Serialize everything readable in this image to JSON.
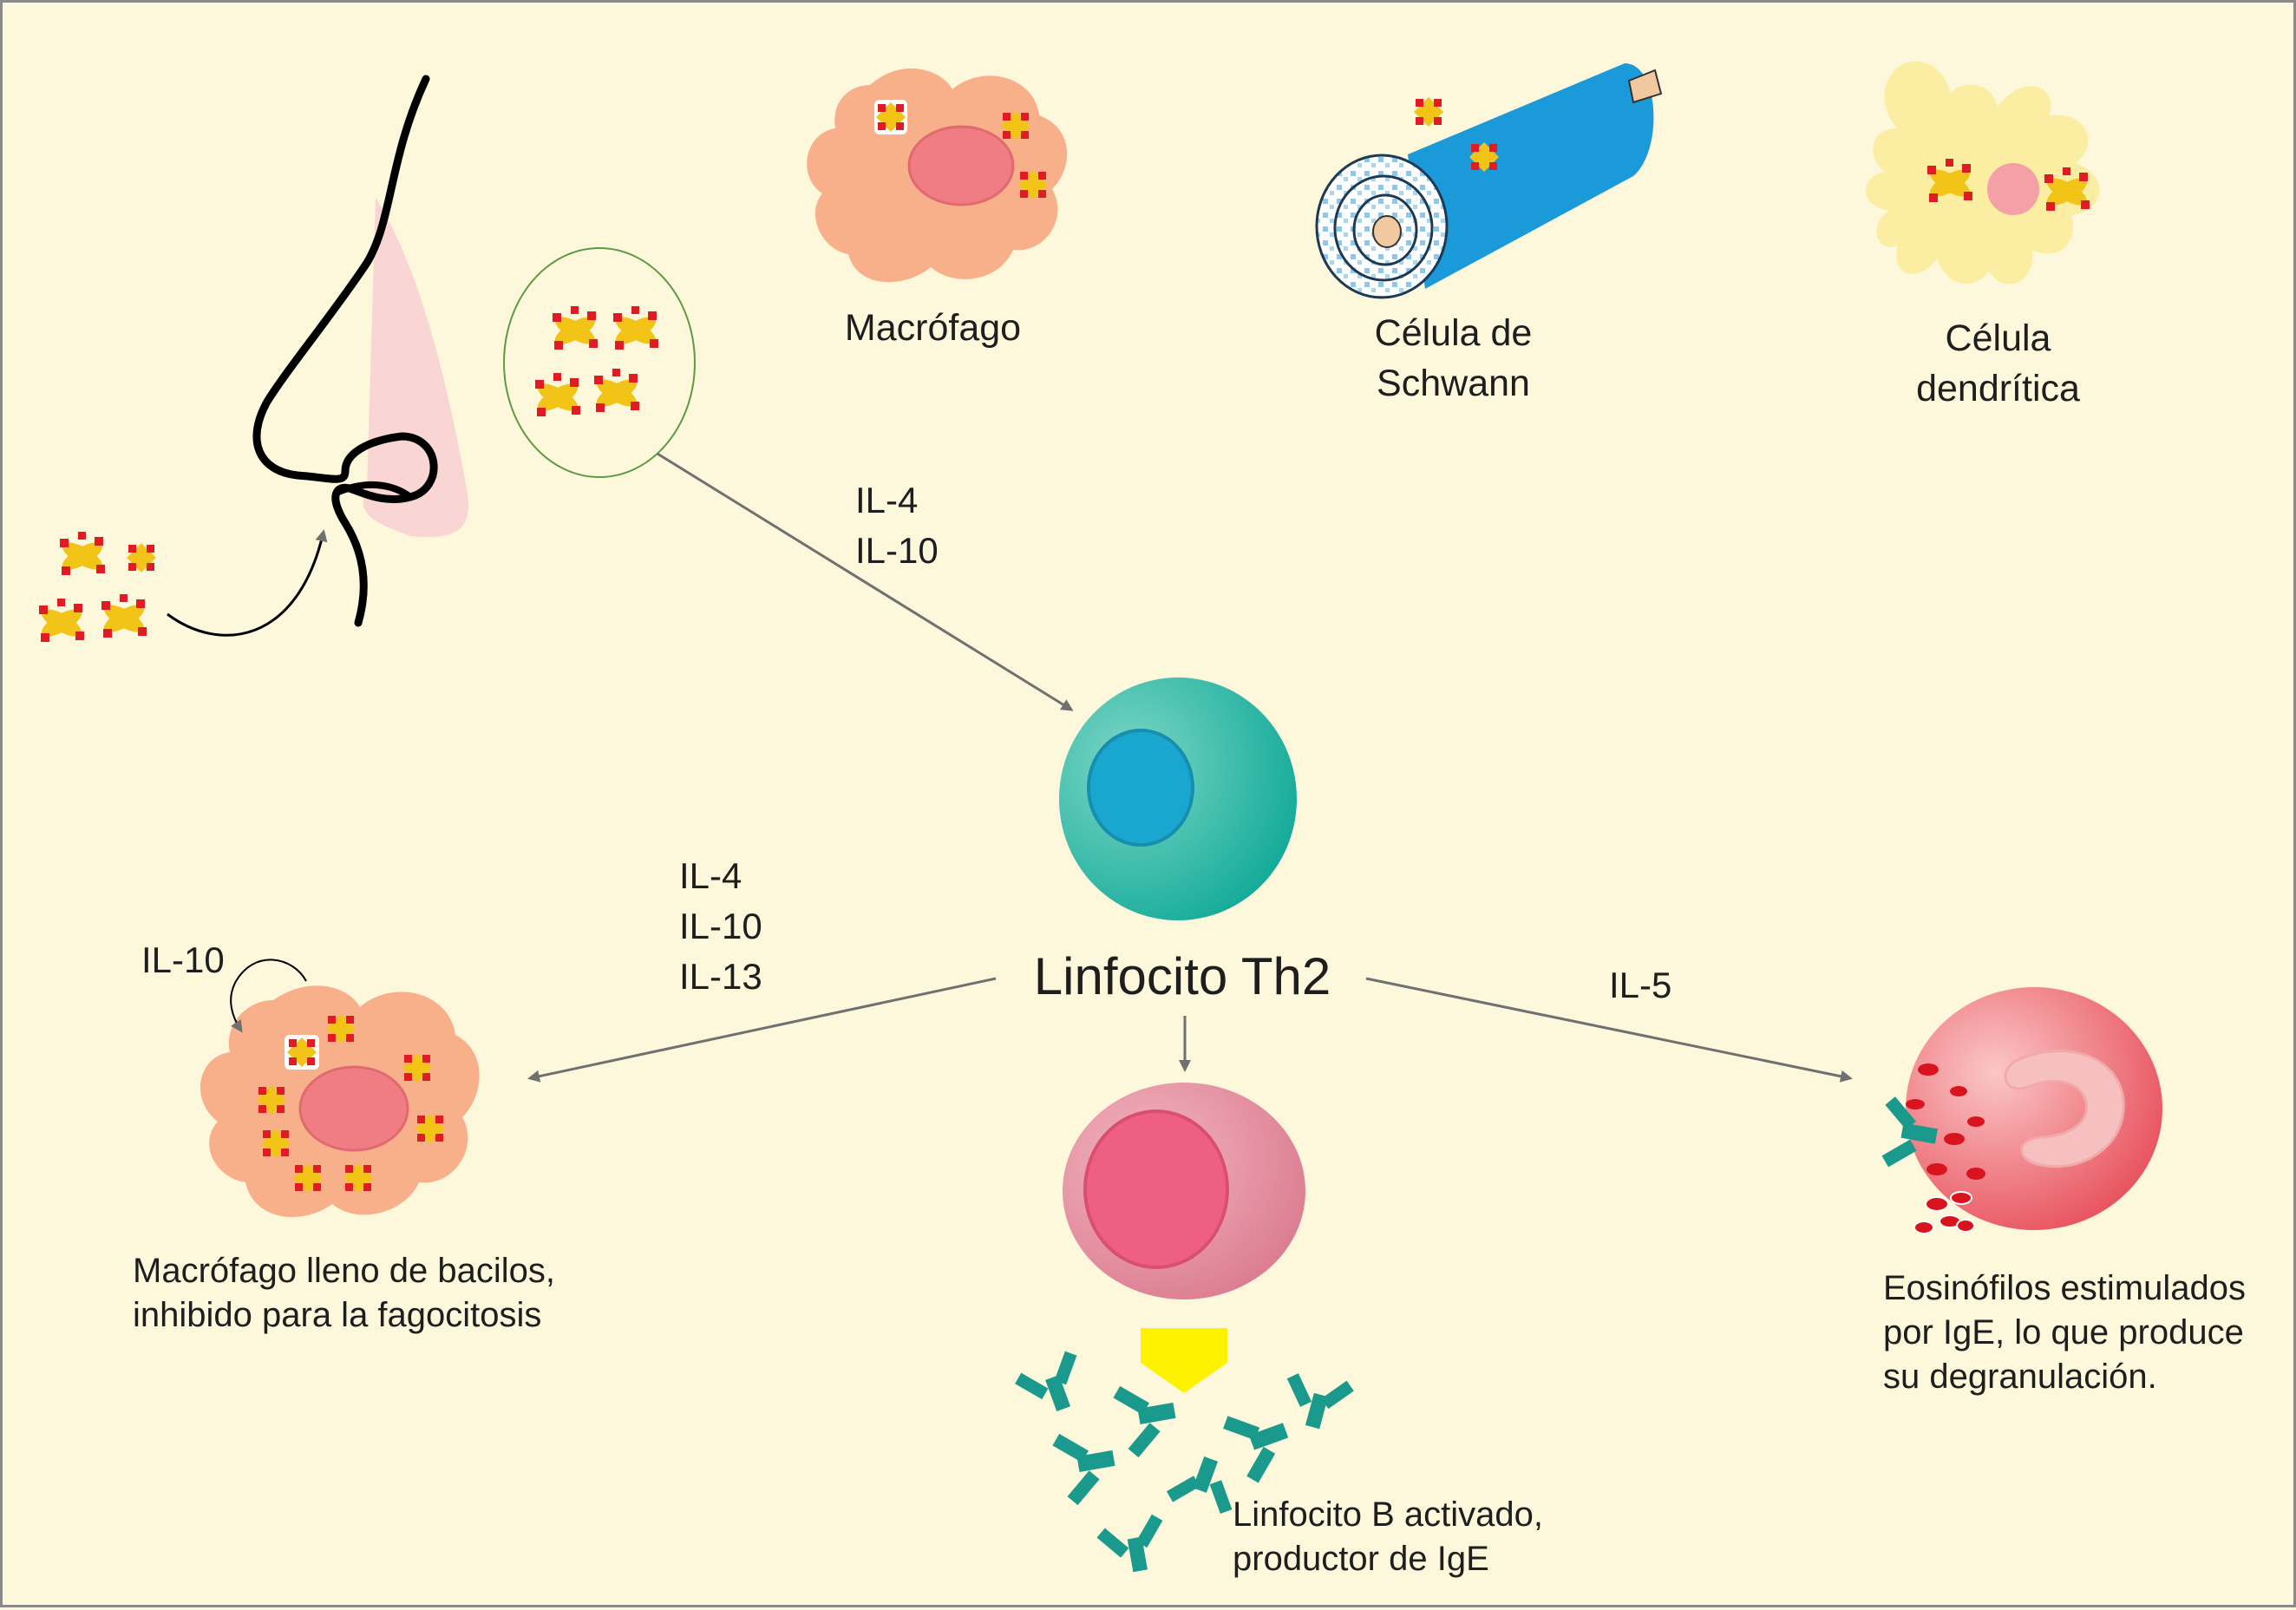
{
  "labels": {
    "macrophage": "Macrófago",
    "schwann_line1": "Célula de",
    "schwann_line2": "Schwann",
    "dendritic_line1": "Célula",
    "dendritic_line2": "dendrítica",
    "th2": "Linfocito Th2"
  },
  "cytokines": {
    "top": [
      "IL-4",
      "IL-10"
    ],
    "left": [
      "IL-4",
      "IL-10",
      "IL-13"
    ],
    "autocrine": "IL-10",
    "right": "IL-5"
  },
  "captions": {
    "macrophage_line1": "Macrófago lleno de bacilos,",
    "macrophage_line2": "inhibido para la fagocitosis",
    "bcell_line1": "Linfocito B activado,",
    "bcell_line2": "productor de IgE",
    "eosinophil_line1": "Eosinófilos estimulados",
    "eosinophil_line2": "por IgE, lo que produce",
    "eosinophil_line3": "su degranulación."
  },
  "colors": {
    "background": "#fdf8dc",
    "bacillus_red": "#e01b24",
    "bacillus_yellow": "#f2c417",
    "macrophage": "#f7b08a",
    "nucleus": "#ef7d83",
    "schwann_blue": "#1a9ad8",
    "dendritic": "#fbeea2",
    "th2_teal": "#2ab5a0",
    "th2_nucleus": "#1aa7cf",
    "bcell": "#e8899e",
    "bcell_nucleus": "#ee5f82",
    "antibody": "#1a9a8c",
    "arrow_yellow": "#fff200",
    "eosinophil": "#ee5f6a",
    "arrows": "#707070"
  },
  "icons": [
    "nose-icon",
    "bacilli-icon",
    "macrophage-icon",
    "schwann-cell-icon",
    "dendritic-cell-icon",
    "th2-lymphocyte-icon",
    "b-lymphocyte-icon",
    "antibody-icon",
    "eosinophil-icon"
  ]
}
